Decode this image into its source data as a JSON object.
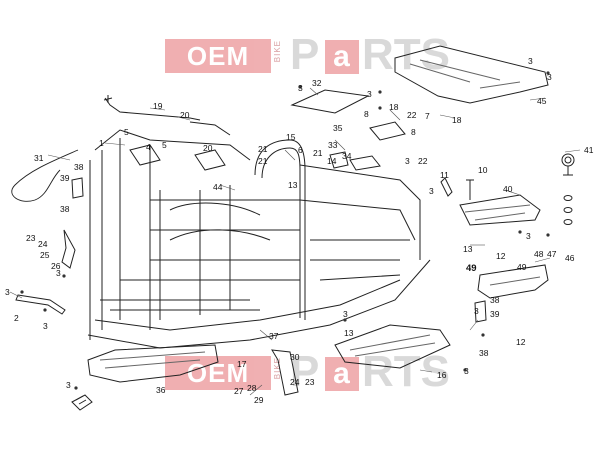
{
  "watermark": {
    "brand": "OEM",
    "sub": "BIKE",
    "tail_p": "P",
    "tail_a": "a",
    "tail_rts": "RTS",
    "accent": "#e46f72"
  },
  "callouts": [
    {
      "id": "c1",
      "text": "1"
    },
    {
      "id": "c2",
      "text": "2"
    },
    {
      "id": "c3a",
      "text": "3"
    },
    {
      "id": "c3b",
      "text": "3"
    },
    {
      "id": "c3c",
      "text": "3"
    },
    {
      "id": "c3d",
      "text": "3"
    },
    {
      "id": "c3e",
      "text": "3"
    },
    {
      "id": "c3f",
      "text": "3"
    },
    {
      "id": "c3g",
      "text": "3"
    },
    {
      "id": "c3h",
      "text": "3"
    },
    {
      "id": "c3i",
      "text": "3"
    },
    {
      "id": "c3j",
      "text": "3"
    },
    {
      "id": "c3k",
      "text": "3"
    },
    {
      "id": "c3l",
      "text": "3"
    },
    {
      "id": "c3m",
      "text": "3"
    },
    {
      "id": "c3n",
      "text": "3"
    },
    {
      "id": "c4",
      "text": "4"
    },
    {
      "id": "c5a",
      "text": "5"
    },
    {
      "id": "c5b",
      "text": "5"
    },
    {
      "id": "c6",
      "text": "6"
    },
    {
      "id": "c7",
      "text": "7"
    },
    {
      "id": "c8a",
      "text": "8"
    },
    {
      "id": "c8b",
      "text": "8"
    },
    {
      "id": "c10",
      "text": "10"
    },
    {
      "id": "c11",
      "text": "11"
    },
    {
      "id": "c12a",
      "text": "12"
    },
    {
      "id": "c12b",
      "text": "12"
    },
    {
      "id": "c13a",
      "text": "13"
    },
    {
      "id": "c13b",
      "text": "13"
    },
    {
      "id": "c13c",
      "text": "13"
    },
    {
      "id": "c14",
      "text": "14"
    },
    {
      "id": "c15",
      "text": "15"
    },
    {
      "id": "c16",
      "text": "16"
    },
    {
      "id": "c17",
      "text": "17"
    },
    {
      "id": "c18a",
      "text": "18"
    },
    {
      "id": "c18b",
      "text": "18"
    },
    {
      "id": "c19",
      "text": "19"
    },
    {
      "id": "c20a",
      "text": "20"
    },
    {
      "id": "c20b",
      "text": "20"
    },
    {
      "id": "c21a",
      "text": "21"
    },
    {
      "id": "c21b",
      "text": "21"
    },
    {
      "id": "c21c",
      "text": "21"
    },
    {
      "id": "c22a",
      "text": "22"
    },
    {
      "id": "c22b",
      "text": "22"
    },
    {
      "id": "c23a",
      "text": "23"
    },
    {
      "id": "c23b",
      "text": "23"
    },
    {
      "id": "c24a",
      "text": "24"
    },
    {
      "id": "c24b",
      "text": "24"
    },
    {
      "id": "c25",
      "text": "25"
    },
    {
      "id": "c26",
      "text": "26"
    },
    {
      "id": "c27",
      "text": "27"
    },
    {
      "id": "c28",
      "text": "28"
    },
    {
      "id": "c29",
      "text": "29"
    },
    {
      "id": "c30",
      "text": "30"
    },
    {
      "id": "c31",
      "text": "31"
    },
    {
      "id": "c32",
      "text": "32"
    },
    {
      "id": "c33",
      "text": "33"
    },
    {
      "id": "c34",
      "text": "34"
    },
    {
      "id": "c35",
      "text": "35"
    },
    {
      "id": "c36",
      "text": "36"
    },
    {
      "id": "c37",
      "text": "37"
    },
    {
      "id": "c38a",
      "text": "38"
    },
    {
      "id": "c38b",
      "text": "38"
    },
    {
      "id": "c38c",
      "text": "38"
    },
    {
      "id": "c38d",
      "text": "38"
    },
    {
      "id": "c39a",
      "text": "39"
    },
    {
      "id": "c39b",
      "text": "39"
    },
    {
      "id": "c40",
      "text": "40"
    },
    {
      "id": "c41",
      "text": "41"
    },
    {
      "id": "c44",
      "text": "44"
    },
    {
      "id": "c45",
      "text": "45"
    },
    {
      "id": "c46",
      "text": "46"
    },
    {
      "id": "c47",
      "text": "47"
    },
    {
      "id": "c48",
      "text": "48"
    },
    {
      "id": "c49a",
      "text": "49"
    },
    {
      "id": "c49b",
      "text": "49"
    }
  ]
}
